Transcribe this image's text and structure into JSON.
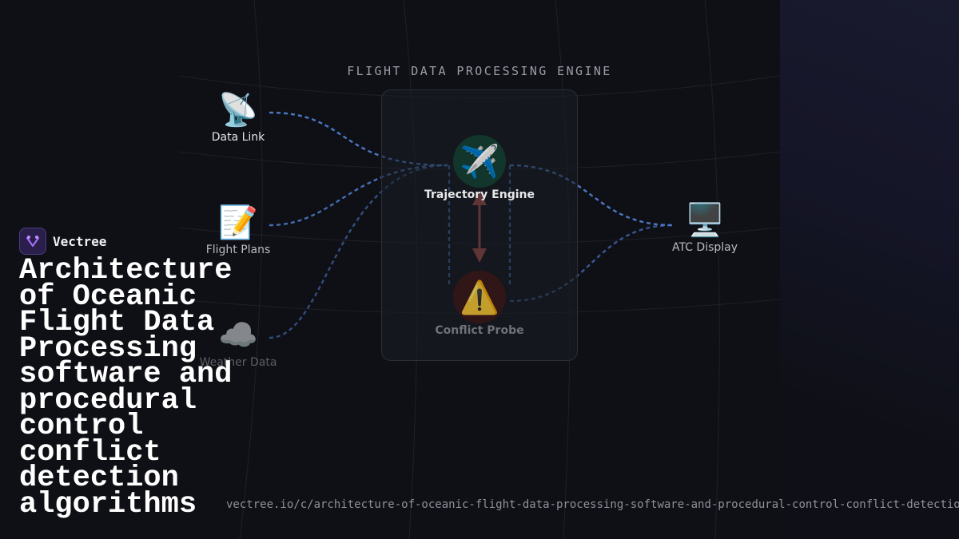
{
  "brand": {
    "name": "Vectree",
    "logo_icon": "vectree-logo-icon",
    "accent": "#a970ff"
  },
  "headline": "Architecture of Oceanic Flight Data Processing software and procedural control conflict detection algorithms",
  "url": "vectree.io/c/architecture-of-oceanic-flight-data-processing-software-and-procedural-control-conflict-detection-algorithms",
  "diagram": {
    "title": "FLIGHT DATA PROCESSING ENGINE",
    "inputs": [
      {
        "id": "data-link",
        "label": "Data Link",
        "icon": "satellite-antenna-icon",
        "glyph": "📡"
      },
      {
        "id": "flight-plans",
        "label": "Flight Plans",
        "icon": "memo-icon",
        "glyph": "📝"
      },
      {
        "id": "weather-data",
        "label": "Weather Data",
        "icon": "cloud-icon",
        "glyph": "☁️"
      }
    ],
    "core": [
      {
        "id": "trajectory-engine",
        "label": "Trajectory Engine",
        "icon": "airplane-icon",
        "glyph": "✈️"
      },
      {
        "id": "conflict-probe",
        "label": "Conflict Probe",
        "icon": "warning-icon",
        "glyph": "⚠️"
      }
    ],
    "output": {
      "id": "atc-display",
      "label": "ATC Display",
      "icon": "desktop-computer-icon",
      "glyph": "🖥️"
    },
    "colors": {
      "flow": "#4a78c4",
      "feedback": "#b3534c",
      "trajectory_bg": "#12352c",
      "conflict_bg": "#3a1616"
    }
  }
}
